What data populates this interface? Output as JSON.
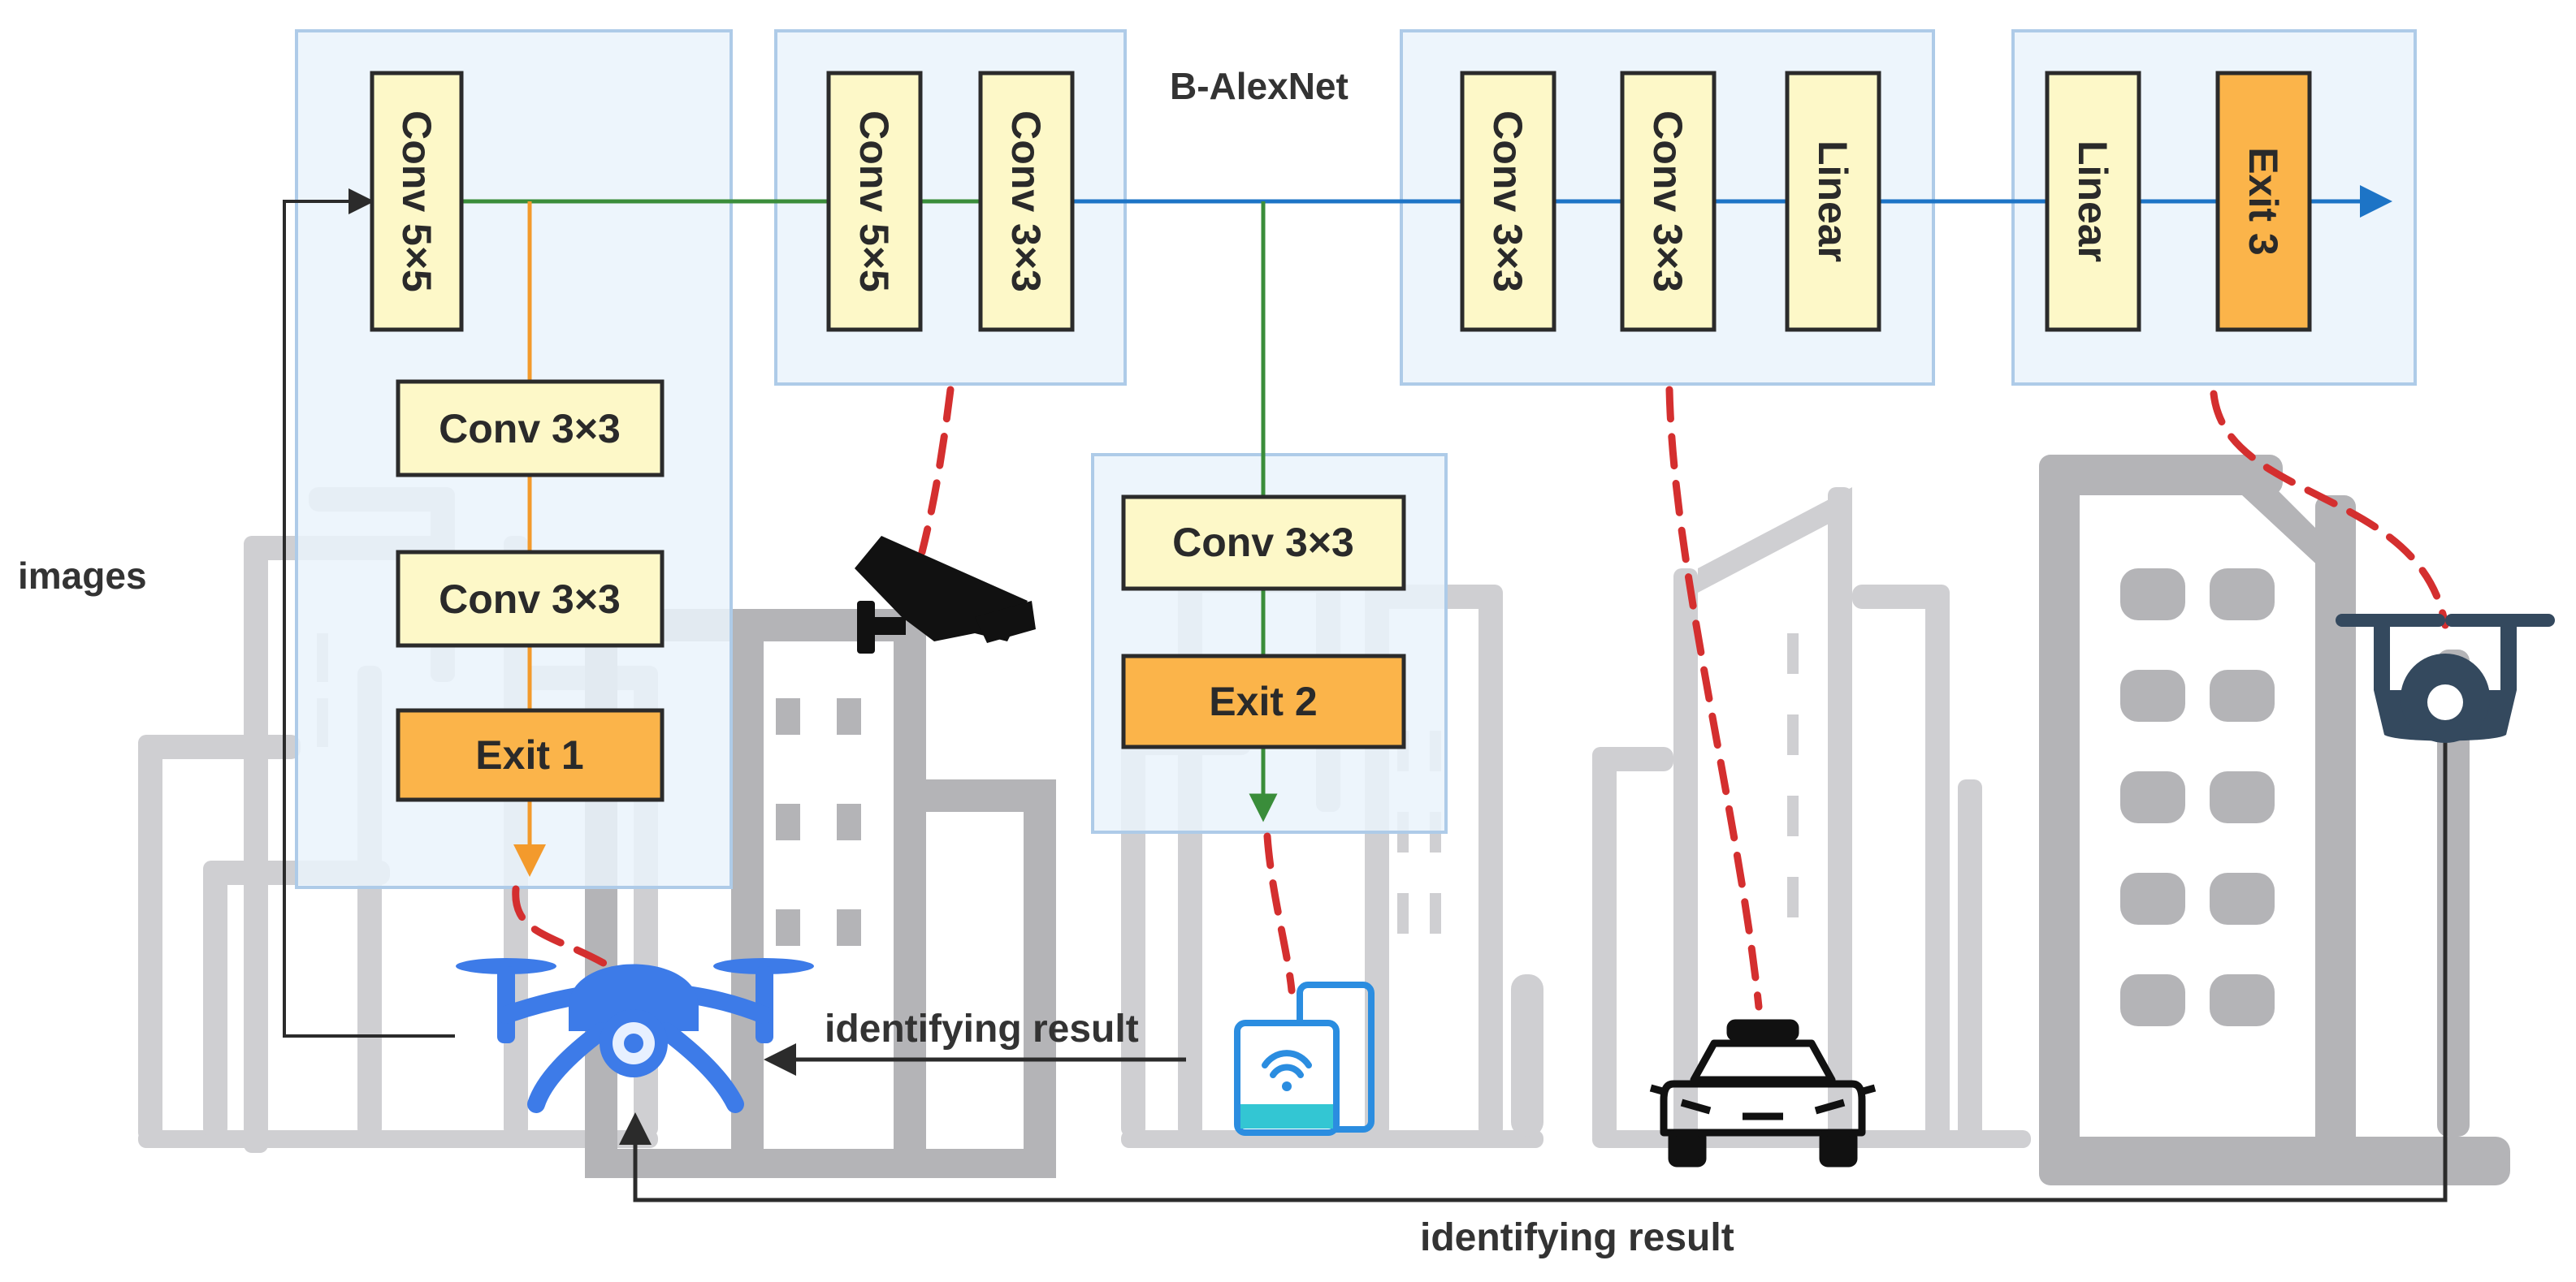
{
  "title": "B-AlexNet",
  "input_label": "images",
  "result_label_middle": "identifying result",
  "result_label_bottom": "identifying result",
  "layers": {
    "stage1_conv5": "Conv 5×5",
    "stage1_branch_conv_a": "Conv 3×3",
    "stage1_branch_conv_b": "Conv 3×3",
    "exit1": "Exit 1",
    "stage2_conv5": "Conv 5×5",
    "stage2_conv3": "Conv 3×3",
    "branch2_conv3": "Conv 3×3",
    "exit2": "Exit 2",
    "stage3_conv3_a": "Conv 3×3",
    "stage3_conv3_b": "Conv 3×3",
    "stage3_linear": "Linear",
    "stage4_linear": "Linear",
    "exit3": "Exit 3"
  },
  "devices": [
    "drone",
    "surveillance-camera",
    "mobile-phone",
    "police-car",
    "edge-drone"
  ],
  "colors": {
    "stage_fill": "#eaf3fc",
    "stage_border": "#aecbe8",
    "layer_fill": "#fdf8c8",
    "exit_fill": "#fbb44a",
    "green_path": "#3a8d3a",
    "blue_path": "#1d74c6",
    "orange_path": "#f39a2c",
    "link_dash": "#d42f2f",
    "building": "#c9c9cc",
    "building_dark": "#b5b5b8",
    "drone_blue": "#3d7be8",
    "edge_drone": "#34495e"
  }
}
